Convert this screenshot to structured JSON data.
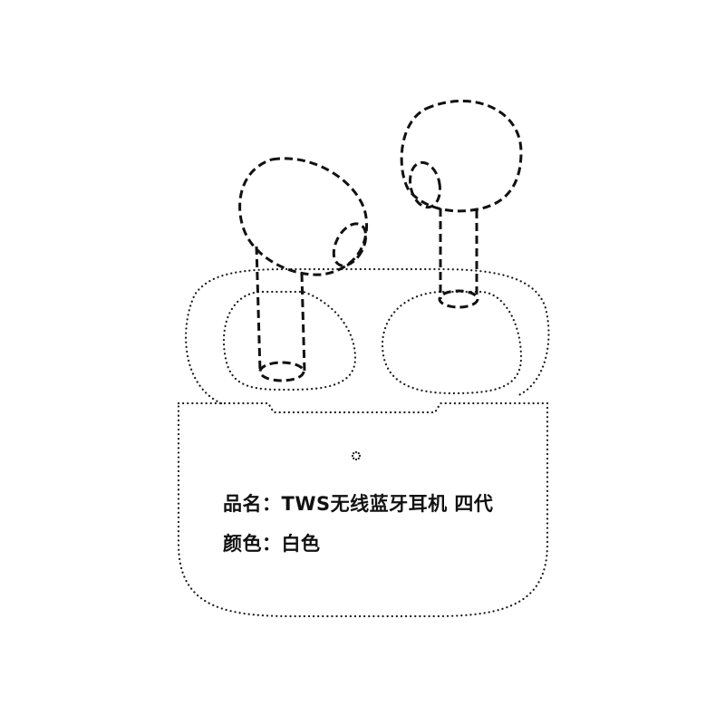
{
  "product": {
    "name_label": "品名：",
    "name_value": "TWS无线蓝牙耳机 四代",
    "color_label": "颜色：",
    "color_value": "白色"
  },
  "colors": {
    "ink": "#111111",
    "background": "#ffffff"
  },
  "icons": {
    "left_earbud": "earbud-outline-icon",
    "right_earbud": "earbud-outline-icon",
    "case": "charging-case-outline-icon",
    "indicator": "led-indicator-icon"
  }
}
